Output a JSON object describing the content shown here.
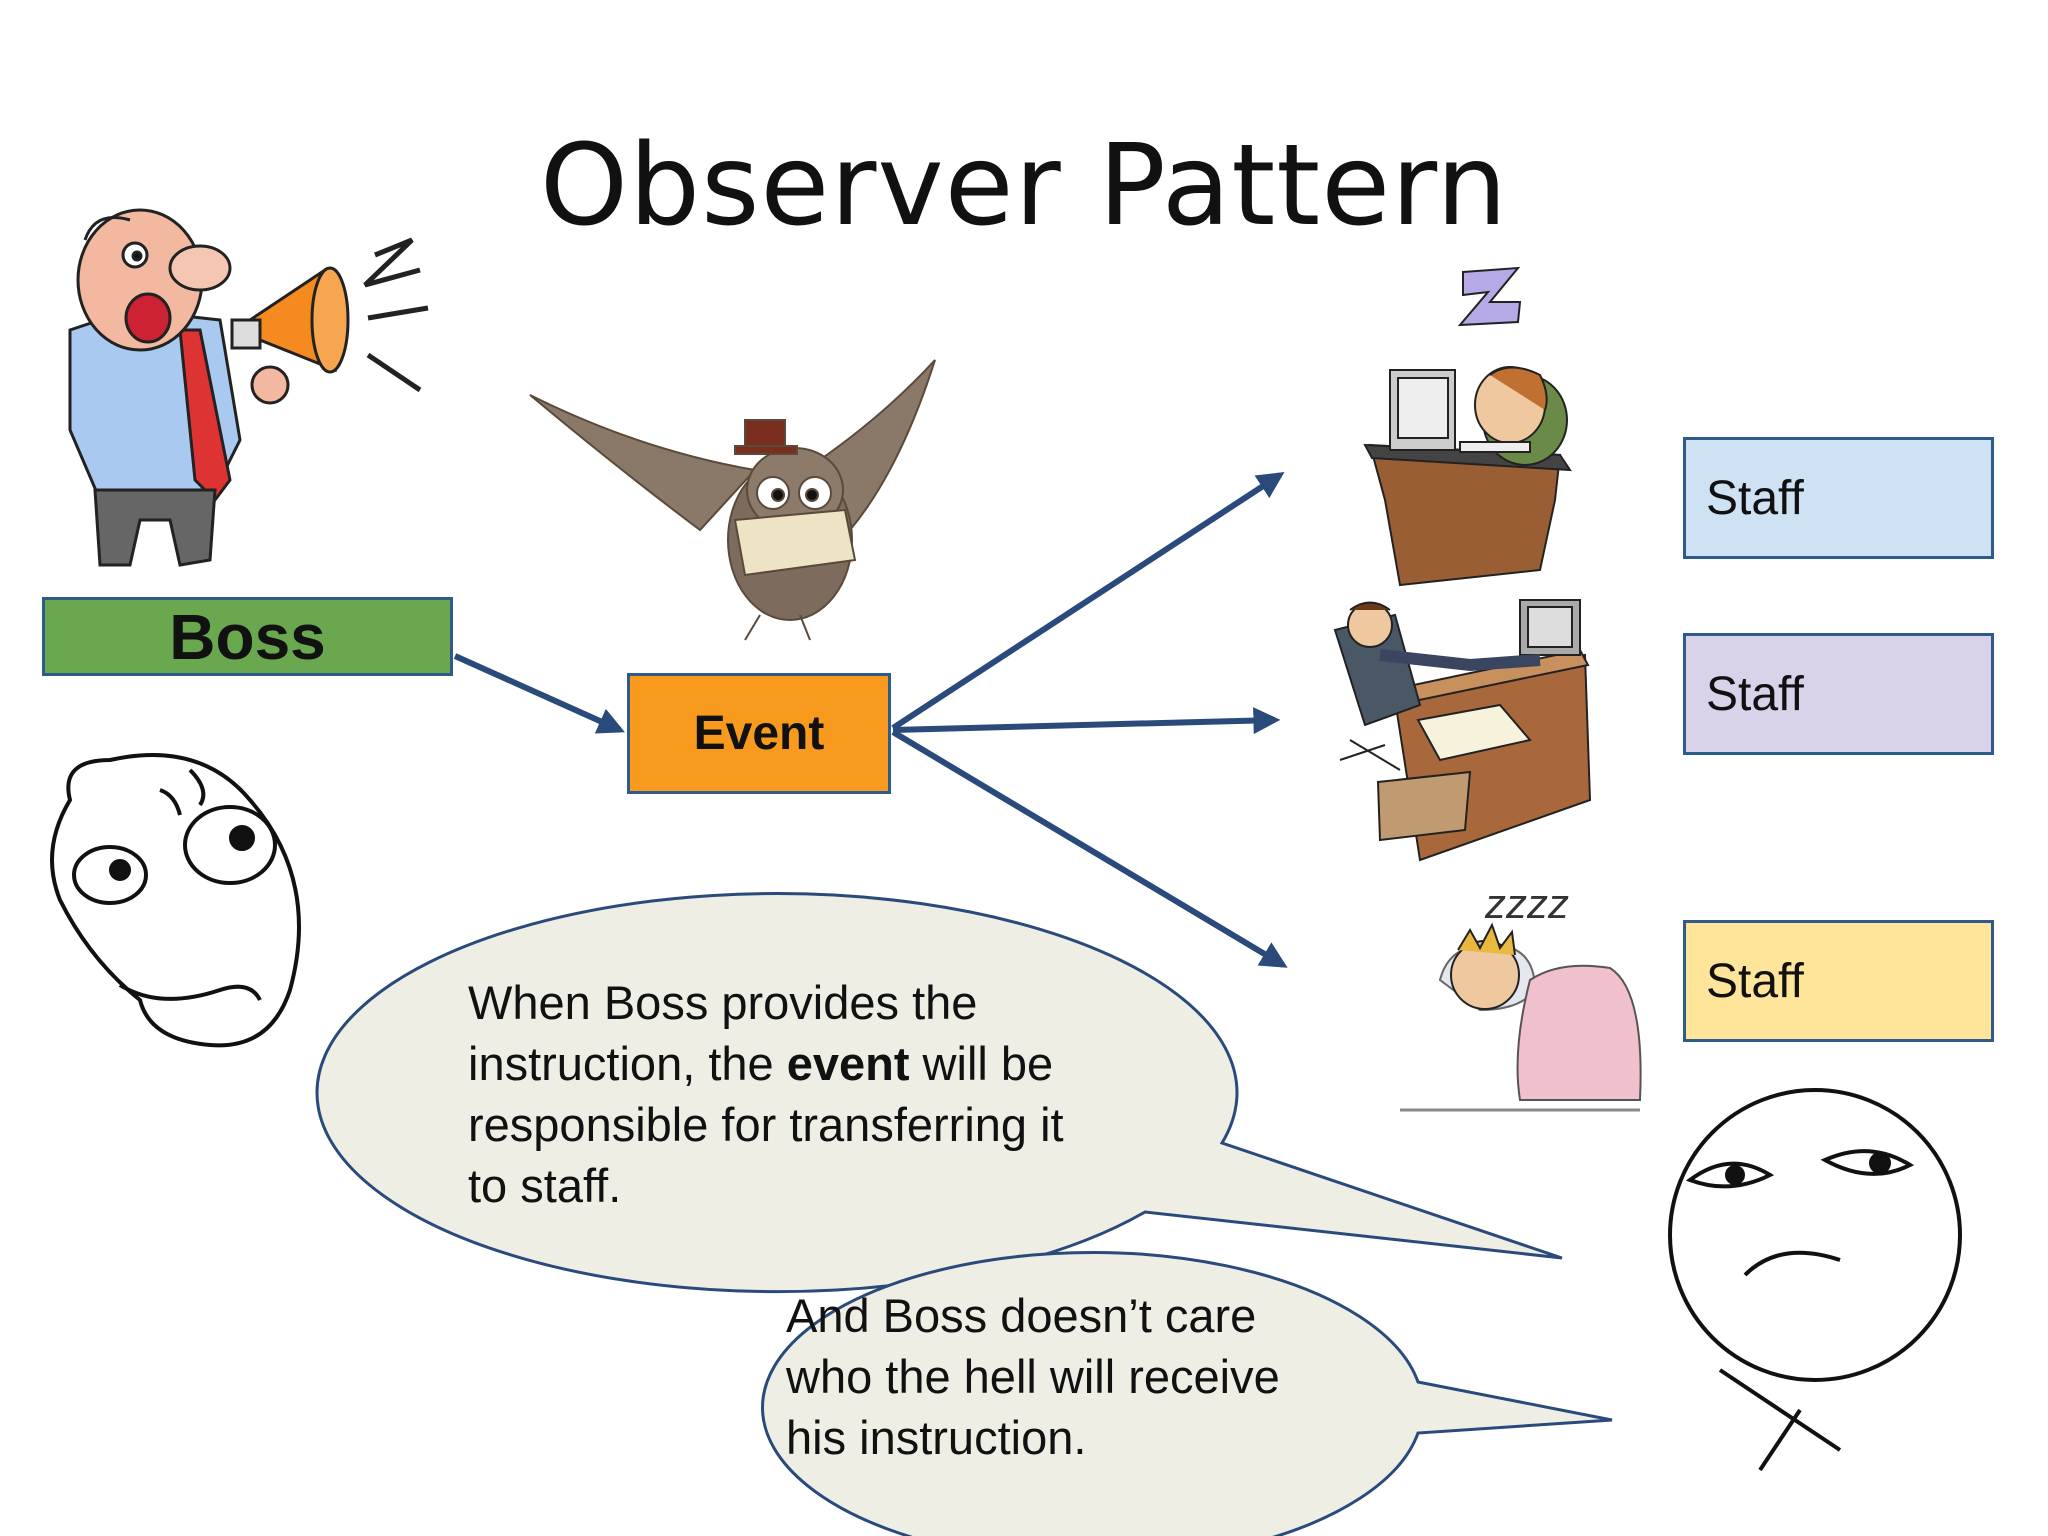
{
  "slide": {
    "title": "Observer Pattern",
    "boss_label": "Boss",
    "event_label": "Event",
    "staff": [
      {
        "label": "Staff",
        "color": "#cfe2f3"
      },
      {
        "label": "Staff",
        "color": "#d9d2e9"
      },
      {
        "label": "Staff",
        "color": "#ffe599"
      }
    ],
    "bubble1": {
      "pre": "When Boss provides the instruction, the ",
      "bold": "event",
      "post": " will be responsible for transferring it to staff."
    },
    "bubble2": {
      "text": "And Boss doesn’t care who the hell will receive his instruction."
    },
    "sleep_text": "zzzz",
    "colors": {
      "boss_box": "#6aa84f",
      "event_box": "#f79a1e",
      "arrow": "#2a4a7c",
      "box_border": "#2f5b8c",
      "bubble_fill": "#eeeee4"
    },
    "illustrations": [
      "boss-megaphone-icon",
      "owl-messenger-icon",
      "thinking-face-icon",
      "sleeping-at-desk-icon",
      "relaxing-at-desk-icon",
      "sleeping-in-bed-icon",
      "challenge-face-icon"
    ]
  }
}
